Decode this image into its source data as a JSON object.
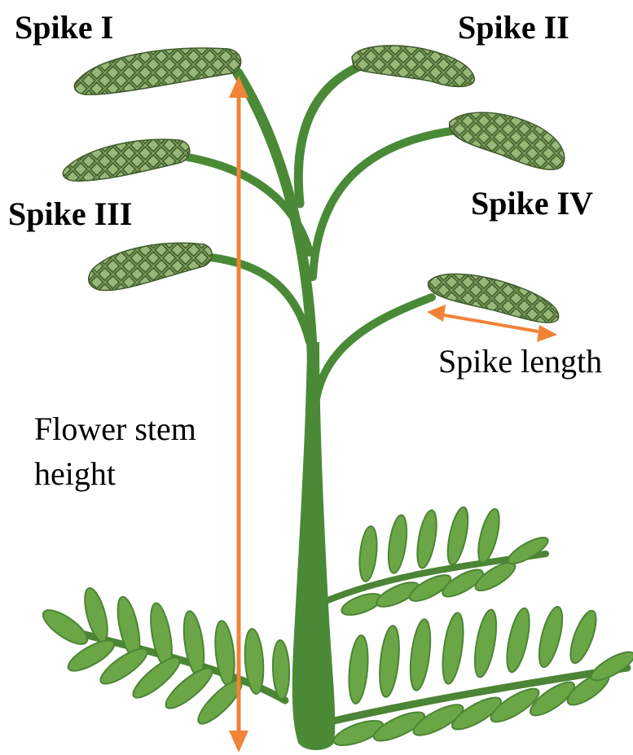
{
  "labels": {
    "spike_1": "Spike I",
    "spike_2": "Spike II",
    "spike_3": "Spike III",
    "spike_4": "Spike IV",
    "spike_length": "Spike length",
    "flower_stem_height_line1": "Flower stem",
    "flower_stem_height_line2": "height"
  },
  "colors": {
    "stem": "#4a8a37",
    "leaf": "#6ba646",
    "leaf_dark": "#4b8535",
    "spike": "#82a55e",
    "spike_edge": "#3f5a2c",
    "arrow": "#f08337",
    "text": "#000000"
  }
}
